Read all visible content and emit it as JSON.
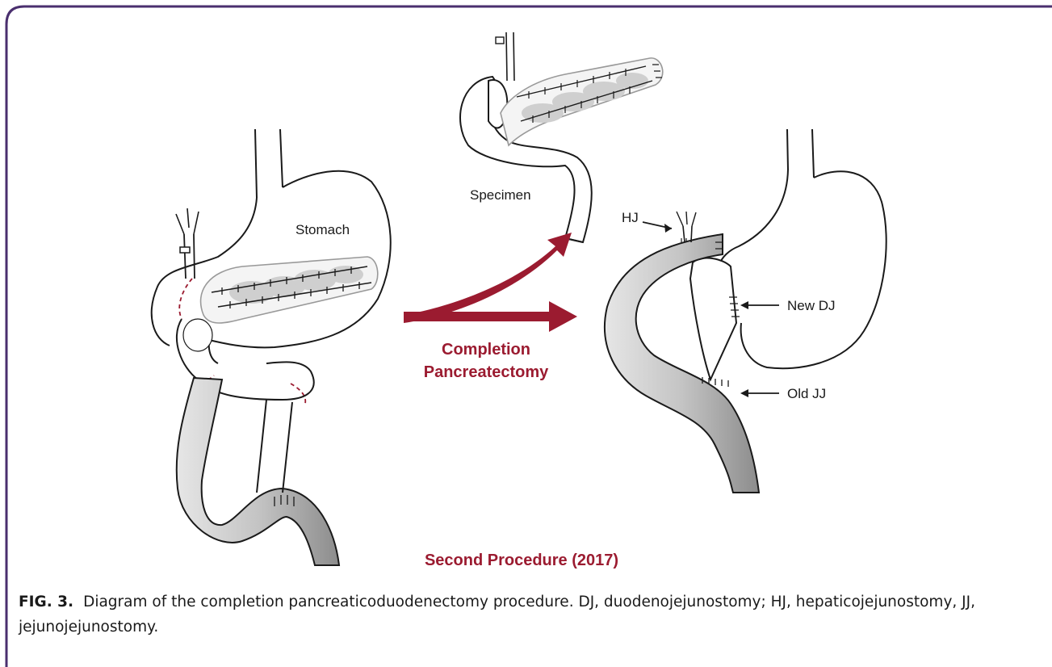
{
  "figure": {
    "labels": {
      "stomach": "Stomach",
      "specimen": "Specimen",
      "hj": "HJ",
      "new_dj": "New DJ",
      "old_jj": "Old JJ",
      "arrow_line1": "Completion",
      "arrow_line2": "Pancreatectomy",
      "procedure": "Second Procedure (2017)"
    },
    "colors": {
      "accent": "#9b1b30",
      "frame": "#4a2f6e",
      "outline": "#1a1a1a",
      "bowel_fill": "#b5b5b5"
    }
  },
  "caption": {
    "fig_num": "FIG. 3.",
    "text": "Diagram of the completion pancreaticoduodenectomy procedure. DJ, duodenojejunostomy; HJ, hepaticojejunostomy, JJ, jejunojejunostomy."
  }
}
